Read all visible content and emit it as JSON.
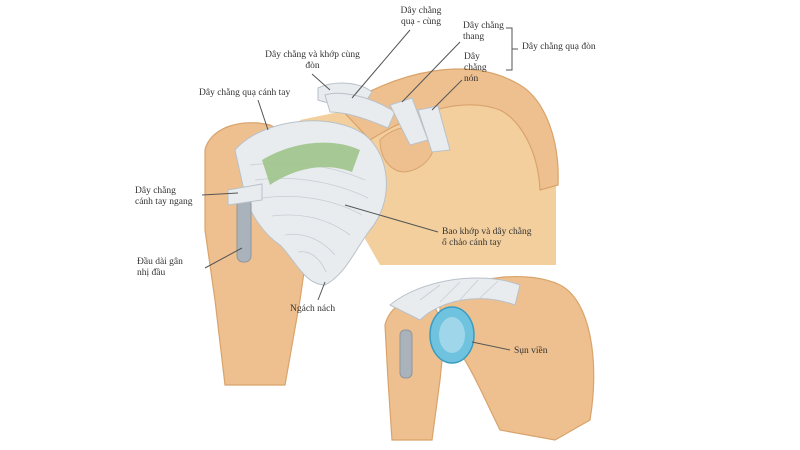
{
  "labels": {
    "acromioclavicular_coracoid": "Dây chằng\nquạ - cùng",
    "trapezoid": "Dây chằng\nthang",
    "conoid": "Dây\nchằng\nnón",
    "coracoclavicular_group": "Dây chằng quạ đòn",
    "ac_joint": "Dây chằng và khớp cùng\nđòn",
    "coracohumeral": "Dây chằng quạ cánh tay",
    "transverse_humeral": "Dây chằng\ncánh tay ngang",
    "biceps_long_head": "Đầu dài gân\nnhị đầu",
    "capsule": "Bao khớp và dây chằng\nổ chảo cánh tay",
    "axillary_recess": "Ngách nách",
    "labrum": "Sụn viền"
  },
  "colors": {
    "bone": "#eec08f",
    "bone_shadow": "#d9a36b",
    "bone_bg": "#f3cf9e",
    "ligament": "#e8ecef",
    "ligament_line": "#b9c1c9",
    "coracohumeral_band": "#9fc489",
    "labrum": "#6fc3df",
    "tendon": "#aab3bb",
    "leader_line": "#555555"
  }
}
